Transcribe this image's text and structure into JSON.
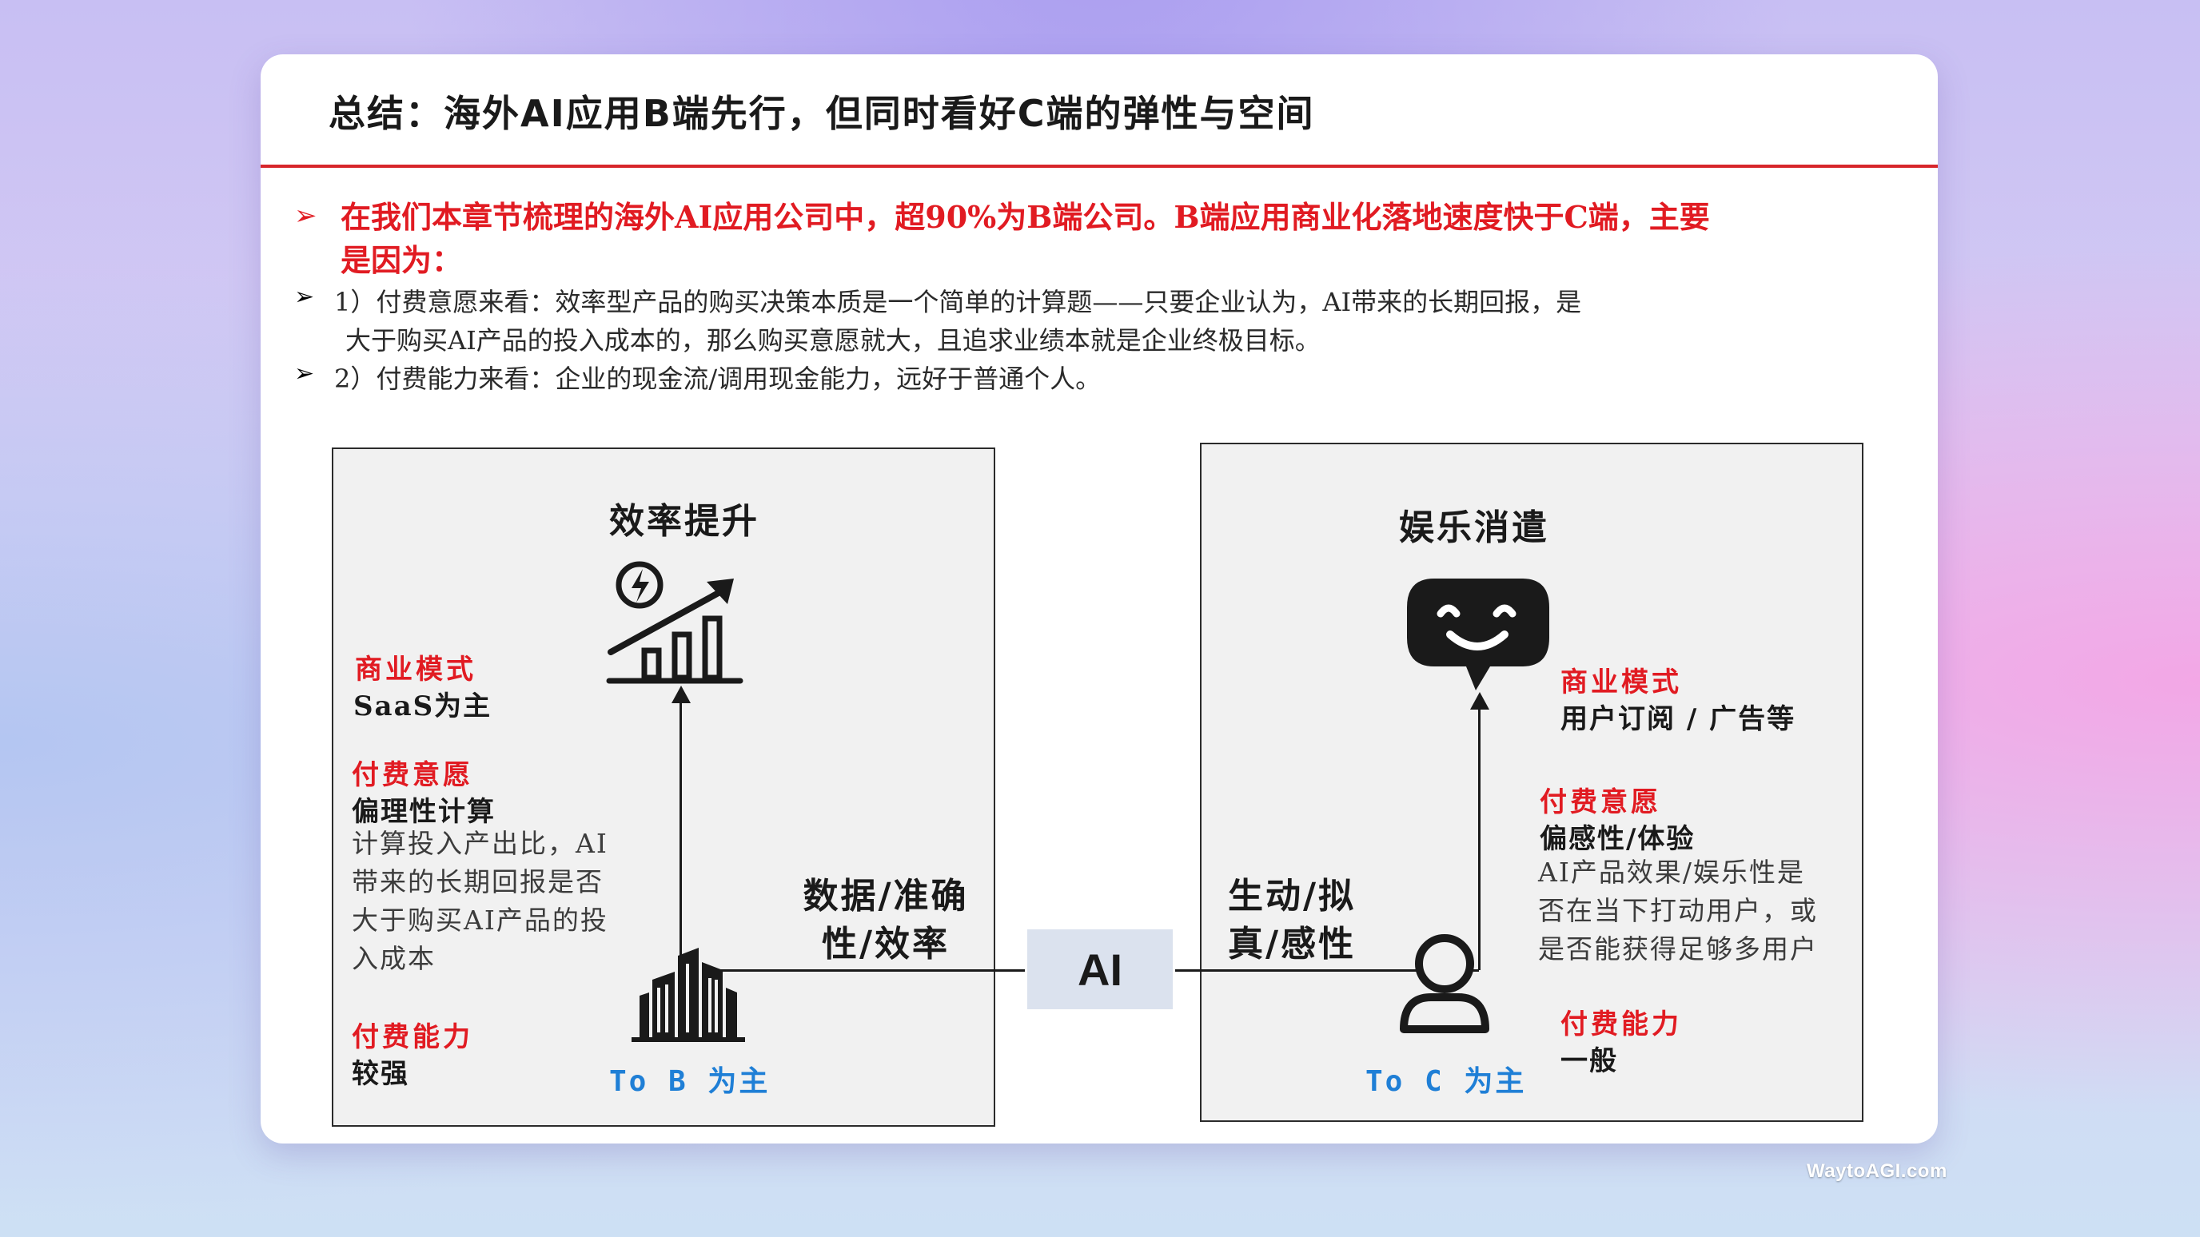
{
  "slide": {
    "title": "总结：海外AI应用B端先行，但同时看好C端的弹性与空间",
    "bullets": {
      "lead_line1": "在我们本章节梳理的海外AI应用公司中，超90%为B端公司。B端应用商业化落地速度快于C端，主要",
      "lead_line2": "是因为：",
      "point1_line1": "1）付费意愿来看：效率型产品的购买决策本质是一个简单的计算题——只要企业认为，AI带来的长期回报，是",
      "point1_line2": "大于购买AI产品的投入成本的，那么购买意愿就大，且追求业绩本就是企业终极目标。",
      "point2_line1": "2）付费能力来看：企业的现金流/调用现金能力，远好于普通个人。"
    },
    "arrow_glyph": "➢",
    "center_label": "AI",
    "left_panel": {
      "top_label": "效率提升",
      "icon": "growth-chart-lightning-icon",
      "business_model_label": "商业模式",
      "business_model_value": "SaaS为主",
      "willingness_label": "付费意愿",
      "willingness_value": "偏理性计算",
      "willingness_desc": [
        "计算投入产出比，AI",
        "带来的长期回报是否",
        "大于购买AI产品的投",
        "入成本"
      ],
      "ability_label": "付费能力",
      "ability_value": "较强",
      "bottom_icon": "buildings-icon",
      "bottom_label": "To B 为主",
      "connector_label": [
        "数据/准确",
        "性/效率"
      ]
    },
    "right_panel": {
      "top_label": "娱乐消遣",
      "icon": "smiley-chat-bubble-icon",
      "business_model_label": "商业模式",
      "business_model_value": "用户订阅 / 广告等",
      "willingness_label": "付费意愿",
      "willingness_value": "偏感性/体验",
      "willingness_desc": [
        "AI产品效果/娱乐性是",
        "否在当下打动用户，或",
        "是否能获得足够多用户"
      ],
      "ability_label": "付费能力",
      "ability_value": "一般",
      "bottom_icon": "user-icon",
      "bottom_label": "To C 为主",
      "connector_label": [
        "生动/拟",
        "真/感性"
      ]
    },
    "colors": {
      "accent_red": "#e11b22",
      "accent_blue": "#1f7fd6",
      "panel_bg": "#f1f1f1",
      "ai_box": "#dbe2ee"
    }
  },
  "watermark": "WaytoAGI.com"
}
